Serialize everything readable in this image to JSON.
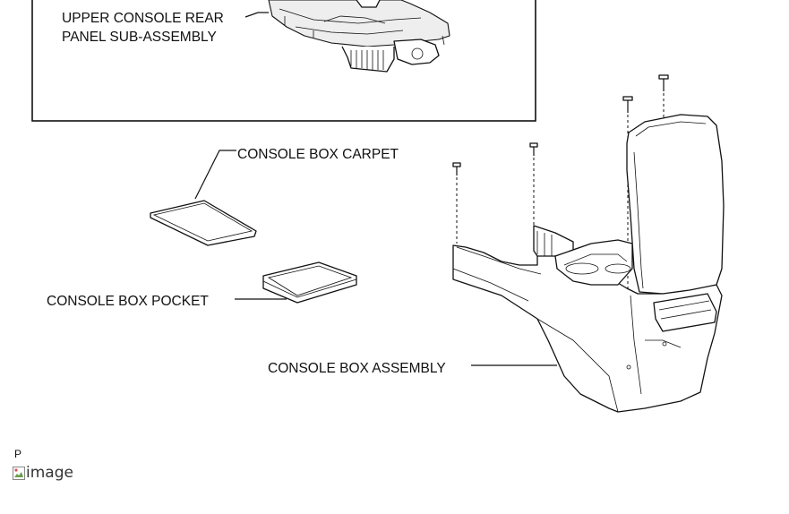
{
  "diagram": {
    "labels": {
      "upper_console_line1": "UPPER CONSOLE REAR",
      "upper_console_line2": "PANEL SUB-ASSEMBLY",
      "console_box_carpet": "CONSOLE BOX CARPET",
      "console_box_pocket": "CONSOLE BOX POCKET",
      "console_box_assembly": "CONSOLE BOX ASSEMBLY"
    }
  },
  "footer": {
    "figure_letter": "P",
    "image_alt": "image"
  }
}
